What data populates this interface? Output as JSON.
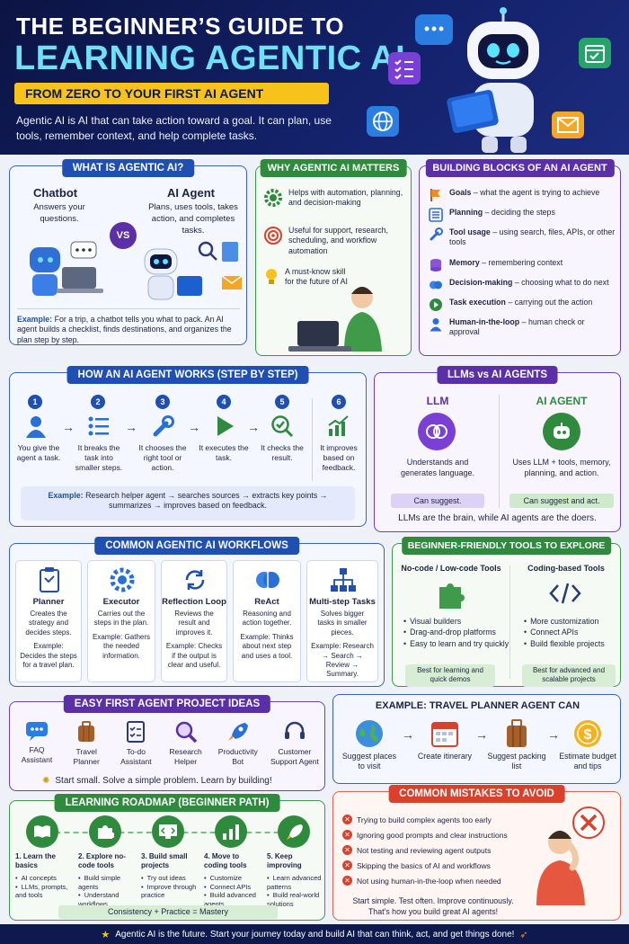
{
  "header": {
    "title_line1": "THE BEGINNER’S GUIDE TO",
    "title_line2": "LEARNING AGENTIC AI",
    "subtitle": "FROM ZERO TO YOUR FIRST AI AGENT",
    "intro": "Agentic AI is AI that can take action toward a goal. It can plan, use tools, remember context, and help complete tasks."
  },
  "what": {
    "title": "WHAT IS AGENTIC AI?",
    "chatbot_title": "Chatbot",
    "chatbot_desc": "Answers your questions.",
    "vs": "VS",
    "agent_title": "AI Agent",
    "agent_desc": "Plans, uses tools, takes action, and completes tasks.",
    "example_label": "Example:",
    "example_text": "For a trip, a chatbot tells you what to pack. An AI agent builds a checklist, finds destinations, and organizes the plan step by step."
  },
  "why": {
    "title": "WHY AGENTIC AI MATTERS",
    "items": [
      "Helps with automation, planning, and decision-making",
      "Useful for support, research, scheduling, and workflow automation",
      "A must-know skill for the future of AI"
    ]
  },
  "blocks": {
    "title": "BUILDING BLOCKS OF AN AI AGENT",
    "items": [
      {
        "name": "Goals",
        "desc": " – what the agent is trying to achieve"
      },
      {
        "name": "Planning",
        "desc": " – deciding the steps"
      },
      {
        "name": "Tool usage",
        "desc": " – using search, files, APIs, or other tools"
      },
      {
        "name": "Memory",
        "desc": " – remembering context"
      },
      {
        "name": "Decision-making",
        "desc": " – choosing what to do next"
      },
      {
        "name": "Task execution",
        "desc": " – carrying out the action"
      },
      {
        "name": "Human-in-the-loop",
        "desc": " – human check or approval"
      }
    ]
  },
  "how": {
    "title": "HOW AN AI AGENT WORKS (STEP BY STEP)",
    "steps": [
      {
        "n": "1",
        "text": "You give the agent a task."
      },
      {
        "n": "2",
        "text": "It breaks the task into smaller steps."
      },
      {
        "n": "3",
        "text": "It chooses the right tool or action."
      },
      {
        "n": "4",
        "text": "It executes the task."
      },
      {
        "n": "5",
        "text": "It checks the result."
      },
      {
        "n": "6",
        "text": "It improves based on feedback."
      }
    ],
    "example_label": "Example:",
    "example_text": "Research helper agent → searches sources → extracts key points → summarizes → improves based on feedback."
  },
  "llm": {
    "title": "LLMs vs AI AGENTS",
    "llm_title": "LLM",
    "llm_desc": "Understands and generates language.",
    "llm_badge": "Can suggest.",
    "agent_title": "AI AGENT",
    "agent_desc": "Uses LLM + tools, memory, planning, and action.",
    "agent_badge": "Can suggest and act.",
    "footer": "LLMs are the brain, while AI agents are the doers."
  },
  "workflows": {
    "title": "COMMON AGENTIC AI WORKFLOWS",
    "items": [
      {
        "name": "Planner",
        "desc": "Creates the strategy and decides steps.",
        "example": "Example: Decides the steps for a travel plan."
      },
      {
        "name": "Executor",
        "desc": "Carries out the steps in the plan.",
        "example": "Example: Gathers the needed information."
      },
      {
        "name": "Reflection Loop",
        "desc": "Reviews the result and improves it.",
        "example": "Example: Checks if the output is clear and useful."
      },
      {
        "name": "ReAct",
        "desc": "Reasoning and action together.",
        "example": "Example: Thinks about next step and uses a tool."
      },
      {
        "name": "Multi-step Tasks",
        "desc": "Solves bigger tasks in smaller pieces.",
        "example": "Example: Research → Search → Review → Summary."
      }
    ]
  },
  "tools": {
    "title": "BEGINNER-FRIENDLY TOOLS TO EXPLORE",
    "nocode_title": "No-code / Low-code Tools",
    "nocode_items": [
      "Visual builders",
      "Drag-and-drop platforms",
      "Easy to learn and try quickly"
    ],
    "nocode_badge": "Best for learning and quick demos",
    "code_title": "Coding-based Tools",
    "code_items": [
      "More customization",
      "Connect APIs",
      "Build flexible projects"
    ],
    "code_badge": "Best for advanced and scalable projects"
  },
  "ideas": {
    "title": "EASY FIRST AGENT PROJECT IDEAS",
    "items": [
      "FAQ Assistant",
      "Travel Planner",
      "To-do Assistant",
      "Research Helper",
      "Productivity Bot",
      "Customer Support Agent"
    ],
    "tagline": "Start small. Solve a simple problem. Learn by building!"
  },
  "travel": {
    "title": "EXAMPLE: TRAVEL PLANNER AGENT CAN",
    "steps": [
      "Suggest places to visit",
      "Create itinerary",
      "Suggest packing list",
      "Estimate budget and tips"
    ]
  },
  "roadmap": {
    "title": "LEARNING ROADMAP (BEGINNER PATH)",
    "steps": [
      {
        "title": "1. Learn the basics",
        "items": [
          "AI concepts",
          "LLMs, prompts, and tools"
        ]
      },
      {
        "title": "2. Explore no-code tools",
        "items": [
          "Build simple agents",
          "Understand workflows"
        ]
      },
      {
        "title": "3. Build small projects",
        "items": [
          "Try out ideas",
          "Improve through practice"
        ]
      },
      {
        "title": "4. Move to coding tools",
        "items": [
          "Customize",
          "Connect APIs",
          "Build advanced agents"
        ]
      },
      {
        "title": "5. Keep improving",
        "items": [
          "Learn advanced patterns",
          "Build real-world solutions"
        ]
      }
    ],
    "footer": "Consistency + Practice = Mastery"
  },
  "mistakes": {
    "title": "COMMON MISTAKES TO AVOID",
    "items": [
      "Trying to build complex agents too early",
      "Ignoring good prompts and clear instructions",
      "Not testing and reviewing agent outputs",
      "Skipping the basics of AI and workflows",
      "Not using human-in-the-loop when needed"
    ],
    "footer_line1": "Start simple. Test often. Improve continuously.",
    "footer_line2": "That’s how you build great AI agents!"
  },
  "footer": {
    "text": "Agentic AI is the future. Start your journey today and build AI that can think, act, and get things done!"
  },
  "colors": {
    "navy": "#0e1a4d",
    "blue": "#1f4fb0",
    "green": "#2f8a3e",
    "purple": "#5b2fa6",
    "red": "#d9412c",
    "yellow": "#f7c31b",
    "cyan": "#66d9f0"
  }
}
